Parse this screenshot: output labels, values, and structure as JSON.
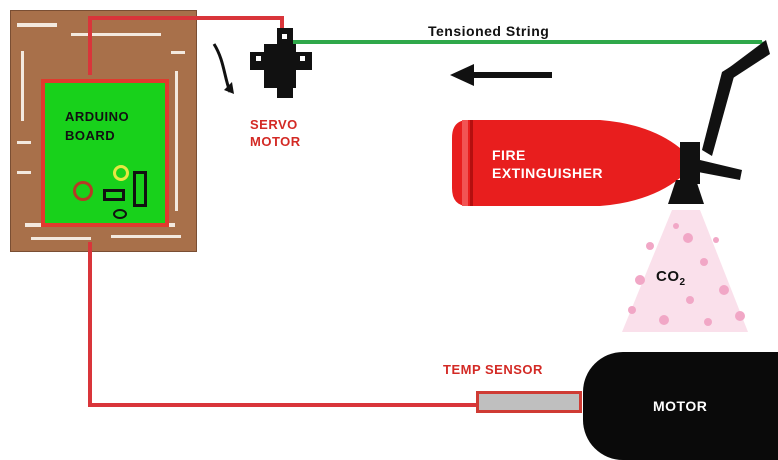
{
  "labels": {
    "arduino_line1": "ARDUINO",
    "arduino_line2": "BOARD",
    "servo_line1": "SERVO",
    "servo_line2": "MOTOR",
    "string": "Tensioned String",
    "extinguisher_line1": "FIRE",
    "extinguisher_line2": "EXTINGUISHER",
    "co2_main": "CO",
    "co2_sub": "2",
    "temp_sensor": "TEMP SENSOR",
    "motor": "MOTOR"
  },
  "colors": {
    "wire_red": "#d9353a",
    "string_green": "#2fa84a",
    "extinguisher_red": "#e81e1e",
    "pcb_green": "#18d11b",
    "board_brown": "#a8704a",
    "co2_pink": "#f1a7c6"
  }
}
